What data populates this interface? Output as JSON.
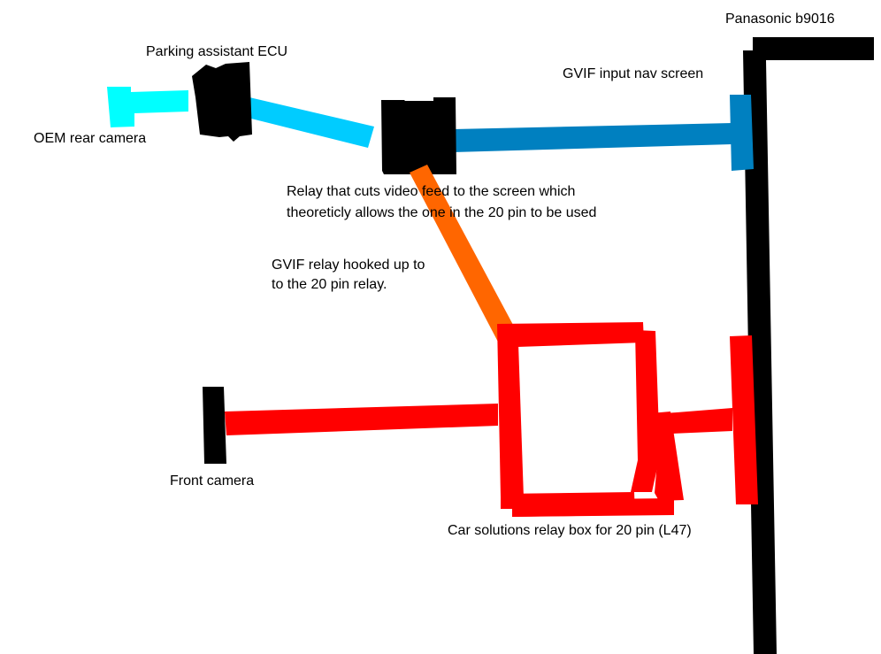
{
  "colors": {
    "background": "#ffffff",
    "black": "#000000",
    "cyan_camera": "#00ffff",
    "light_blue_wire": "#00ccff",
    "blue_wire": "#0080c0",
    "orange_wire": "#ff6600",
    "red_wire": "#ff0000"
  },
  "labels": {
    "screen": "Panasonic b9016",
    "gvif_input": "GVIF input nav screen",
    "ecu": "Parking assistant ECU",
    "rear_camera": "OEM rear camera",
    "relay_line1": "Relay that cuts video feed to the screen which",
    "relay_line2": "theoreticly allows the one in the 20 pin to be used",
    "gvif_relay_line1": "GVIF relay hooked up to",
    "gvif_relay_line2": "to the 20 pin relay.",
    "front_camera": "Front camera",
    "relay_box": "Car solutions relay box for 20 pin (L47)"
  },
  "components": [
    {
      "id": "rear-camera",
      "name": "OEM rear camera",
      "color_key": "cyan_camera"
    },
    {
      "id": "parking-ecu",
      "name": "Parking assistant ECU",
      "color_key": "black"
    },
    {
      "id": "video-relay",
      "name": "Video cut relay",
      "color_key": "black"
    },
    {
      "id": "nav-screen",
      "name": "Panasonic b9016",
      "color_key": "black"
    },
    {
      "id": "gvif-input",
      "name": "GVIF input nav screen",
      "color_key": "blue_wire"
    },
    {
      "id": "front-camera",
      "name": "Front camera",
      "color_key": "black"
    },
    {
      "id": "relay-box",
      "name": "Car solutions relay box for 20 pin (L47)",
      "color_key": "red_wire"
    }
  ],
  "connections": [
    {
      "from": "rear-camera",
      "to": "parking-ecu",
      "color_key": "cyan_camera"
    },
    {
      "from": "parking-ecu",
      "to": "video-relay",
      "color_key": "light_blue_wire"
    },
    {
      "from": "video-relay",
      "to": "gvif-input",
      "color_key": "blue_wire"
    },
    {
      "from": "video-relay",
      "to": "relay-box",
      "color_key": "orange_wire"
    },
    {
      "from": "front-camera",
      "to": "relay-box",
      "color_key": "red_wire"
    },
    {
      "from": "relay-box",
      "to": "nav-screen",
      "color_key": "red_wire"
    }
  ]
}
